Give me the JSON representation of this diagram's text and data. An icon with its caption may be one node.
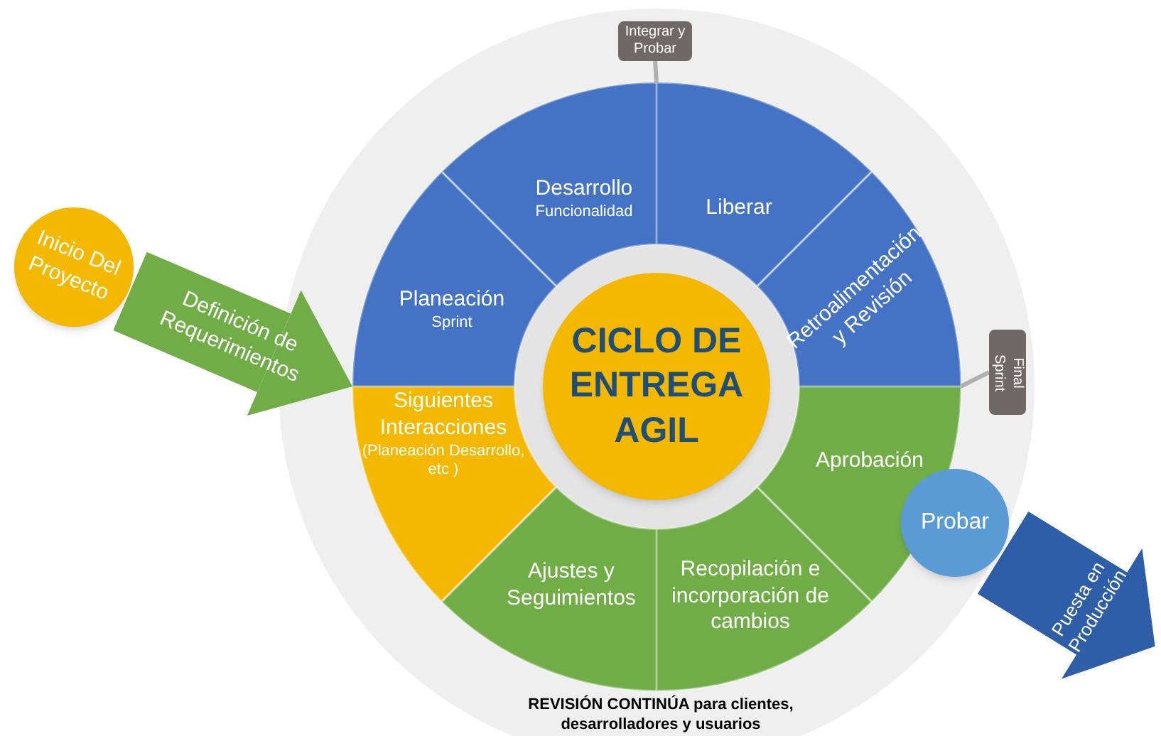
{
  "diagram": {
    "nodes": [
      {
        "text": [
          "Inicio Del Proyecto"
        ]
      },
      {
        "text": [
          "Integrar y Probar"
        ]
      },
      {
        "text": [
          "Desarrollo",
          "Funcionalidad"
        ]
      },
      {
        "text": [
          "Liberar"
        ]
      },
      {
        "text": [
          "Planeación",
          "Sprint"
        ]
      },
      {
        "text": [
          "Retroalimentación y Revisión"
        ]
      },
      {
        "text": [
          "Final Sprint"
        ]
      },
      {
        "text": [
          "CICLO DE ENTREGA AGIL"
        ]
      },
      {
        "text": [
          "Aprobación"
        ]
      },
      {
        "text": [
          "Siguientes Interacciones",
          "(Planeación  Desarrollo, etc )"
        ]
      },
      {
        "text": [
          "Probar"
        ]
      },
      {
        "text": [
          "Puesta en Producción"
        ]
      },
      {
        "text": [
          "Ajustes y Seguimientos"
        ]
      },
      {
        "text": [
          "Recopilación e incorporación de cambios"
        ]
      }
    ],
    "edges": [
      {
        "from": 1,
        "to": 3,
        "arrow": "none"
      },
      {
        "from": 6,
        "to": 8,
        "arrow": "none"
      },
      {
        "from": 0,
        "to": 4,
        "arrow": "to",
        "label": "Definición de Requerimientos",
        "style": "thick",
        "color": "#70ad47"
      }
    ],
    "labels": [
      "REVISIÓN CONTINÚA para clientes, desarrolladores y usuarios"
    ]
  }
}
